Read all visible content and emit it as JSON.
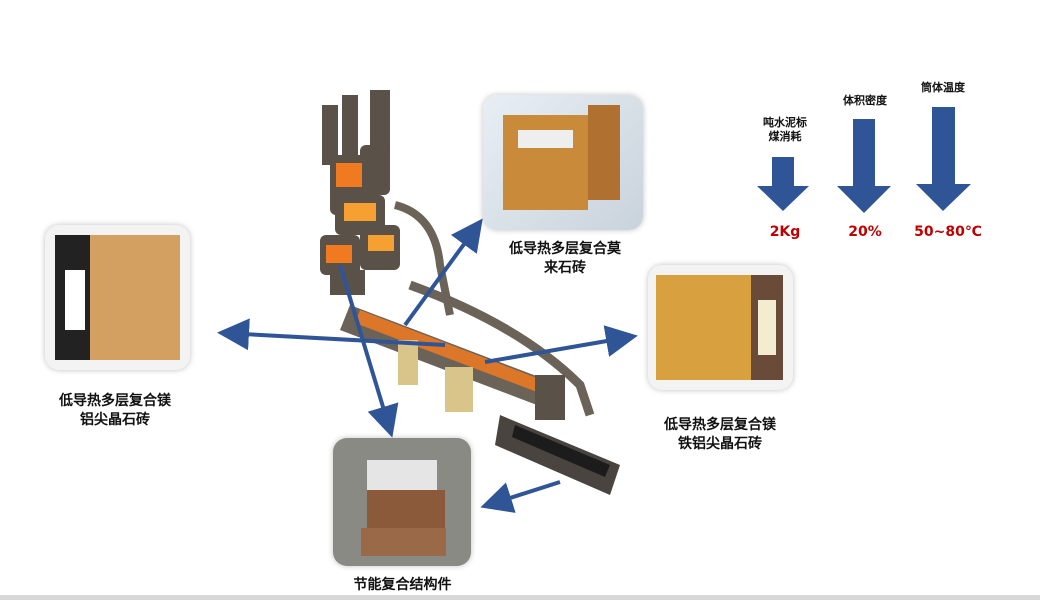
{
  "products": {
    "top": "低导热多层复合莫\n来石砖",
    "top_line1": "低导热多层复合莫",
    "top_line2": "来石砖",
    "left_line1": "低导热多层复合镁",
    "left_line2": "铝尖晶石砖",
    "right_line1": "低导热多层复合镁",
    "right_line2": "铁铝尖晶石砖",
    "bottom": "节能复合结构件"
  },
  "metrics": [
    {
      "label_line1": "吨水泥标",
      "label_line2": "煤消耗",
      "value": "2Kg"
    },
    {
      "label_line1": "体积密度",
      "label_line2": "",
      "value": "20%"
    },
    {
      "label_line1": "筒体温度",
      "label_line2": "",
      "value": "50~80℃"
    }
  ],
  "colors": {
    "arrow": "#2f5597",
    "value": "#c00000",
    "brick": "#c98a3a",
    "kiln": "#5a5148",
    "hot": "#f07a20"
  }
}
